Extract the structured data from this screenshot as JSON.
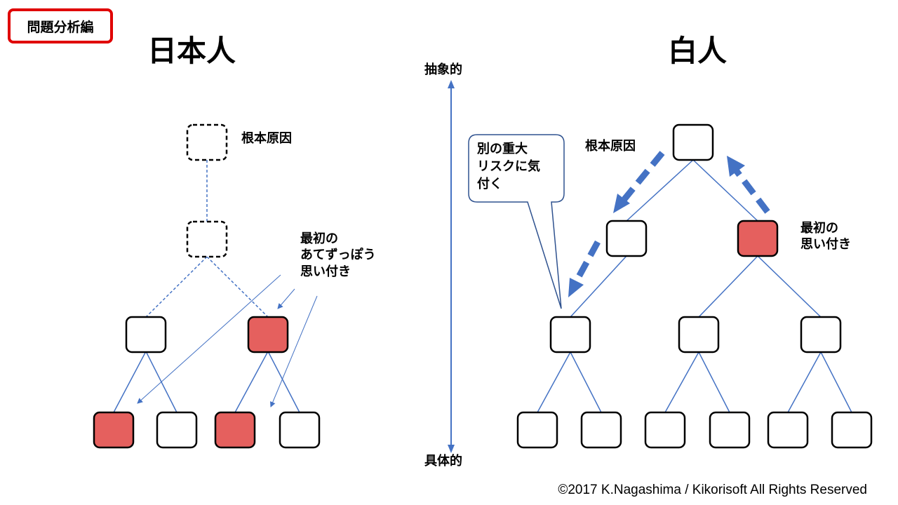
{
  "badge": "問題分析編",
  "left_title": "日本人",
  "right_title": "白人",
  "axis": {
    "top": "抽象的",
    "bottom": "具体的"
  },
  "left": {
    "root_label": "根本原因",
    "callout_lines": [
      "最初の",
      "あてずっぽう",
      "思い付き"
    ]
  },
  "right": {
    "root_label": "根本原因",
    "bubble_lines": [
      "別の重大",
      "リスクに気",
      "付く"
    ],
    "first_idea_lines": [
      "最初の",
      "思い付き"
    ]
  },
  "footer": "©2017 K.Nagashima / Kikorisoft All Rights Reserved",
  "colors": {
    "highlight_fill": "#e5605e",
    "line_blue": "#4472c4",
    "arrow_blue": "#4472c4",
    "badge_border": "#e00000"
  }
}
